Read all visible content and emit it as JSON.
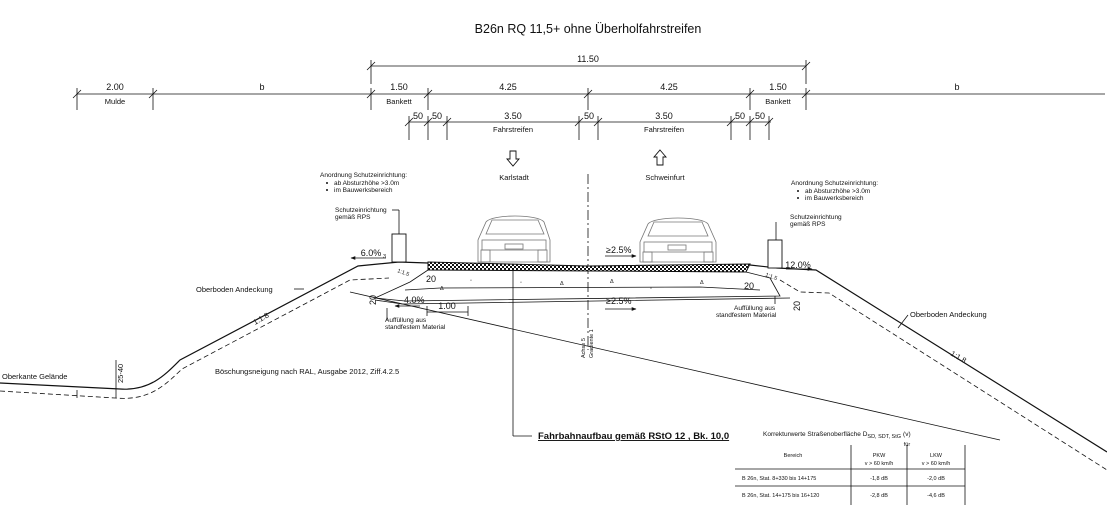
{
  "title": "B26n RQ 11,5+ ohne Überholfahrstreifen",
  "dimensions": {
    "total": "11.50",
    "mulde_w": "2.00",
    "mulde": "Mulde",
    "b_left": "b",
    "b_right": "b",
    "bankett_w": "1.50",
    "bankett": "Bankett",
    "half_w": "4.25",
    "lane_w": "3.50",
    "lane": "Fahrstreifen",
    "gap": "50"
  },
  "directions": {
    "left": "Karlstadt",
    "right": "Schweinfurt"
  },
  "notes": {
    "schutz_title": "Anordnung Schutzeinrichtung:",
    "schutz_b1": "ab Absturzhöhe >3.0m",
    "schutz_b2": "im Bauwerksbereich",
    "rps_1": "Schutzeinrichtung",
    "rps_2": "gemäß RPS",
    "auff_1": "Auffüllung aus",
    "auff_2": "standfestem Material"
  },
  "slopes": {
    "s60": "6.0%",
    "s120": "12.0%",
    "s25a": "≥2.5%",
    "s25b": "≥2.5%",
    "s40": "4.0%",
    "w100": "1.00",
    "v3": "3",
    "v20a": "20",
    "v20b": "20",
    "v20c": "20",
    "v20d": "20",
    "r15a": "1:1.5",
    "r15b": "1:1.5",
    "s18a": "1:1.8",
    "s18b": "1:1.8",
    "h2540": "25-40"
  },
  "labels": {
    "oberboden_l": "Oberboden Andeckung",
    "oberboden_r": "Oberboden Andeckung",
    "gelaende": "Oberkante Gelände",
    "boeschung": "Böschungsneigung nach RAL, Ausgabe 2012, Ziff.4.2.5",
    "fahrbahn": "Fahrbahnaufbau gemäß RStO 12 , Bk. 10,0",
    "achse_1": "Achse 5",
    "achse_2": "Gradiente 1"
  },
  "table": {
    "title_main": "Korrekturwerte Straßenoberfläche D",
    "title_sub": "SD, SDT, StG",
    "title_tail": "(v)",
    "fuer": "für",
    "col_bereich": "Bereich",
    "col_pkw": "PKW",
    "col_pkw_sub": "v > 60 km/h",
    "col_lkw": "LKW",
    "col_lkw_sub": "v > 60 km/h",
    "rows": [
      {
        "bereich": "B 26n, Stat. 8+330 bis 14+175",
        "pkw": "-1,8 dB",
        "lkw": "-2,0 dB"
      },
      {
        "bereich": "B 26n, Stat. 14+175 bis 16+120",
        "pkw": "-2,8 dB",
        "lkw": "-4,6 dB"
      }
    ]
  }
}
